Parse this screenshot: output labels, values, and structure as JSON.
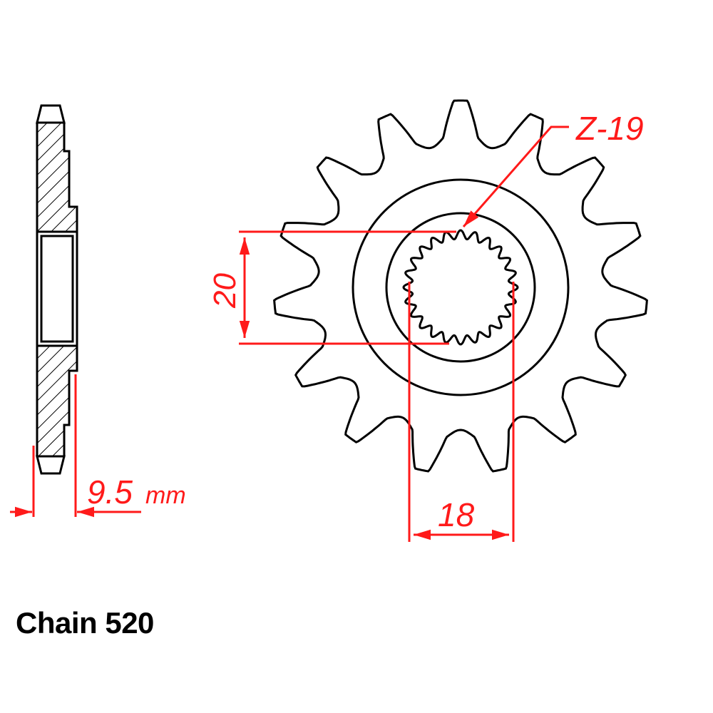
{
  "caption": "Chain 520",
  "dimensions": {
    "thickness": {
      "value": "9.5",
      "unit": "mm"
    },
    "inner_diameter": "20",
    "spline_width": "18",
    "tooth_count_label": "Z-19"
  },
  "sprocket": {
    "teeth": 15,
    "spline_teeth": 24
  },
  "colors": {
    "outline": "#000000",
    "dimension": "#ff1a1a",
    "background": "#ffffff"
  }
}
